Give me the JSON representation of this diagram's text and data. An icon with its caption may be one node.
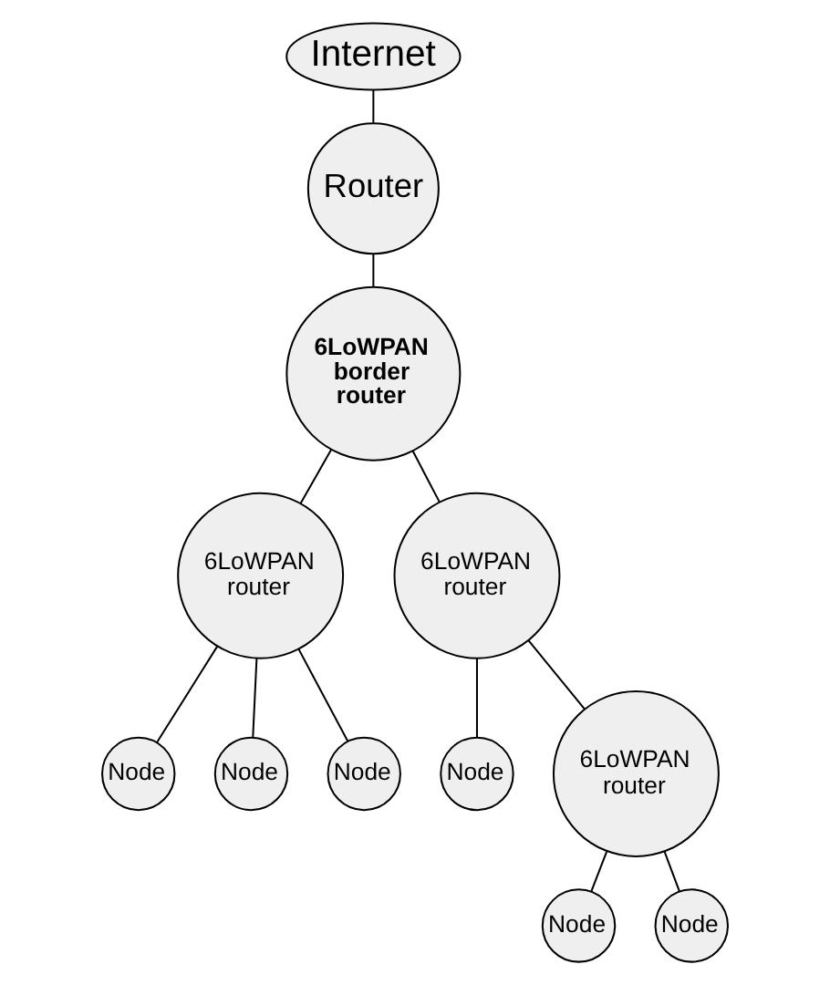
{
  "diagram": {
    "nodes": [
      {
        "text": [
          "Internet"
        ]
      },
      {
        "text": [
          "Router"
        ]
      },
      {
        "text": [
          "6LoWPAN border router"
        ]
      },
      {
        "text": [
          "6LoWPAN router"
        ]
      },
      {
        "text": [
          "6LoWPAN router"
        ]
      },
      {
        "text": [
          "Node"
        ]
      },
      {
        "text": [
          "Node"
        ]
      },
      {
        "text": [
          "Node"
        ]
      },
      {
        "text": [
          "Node"
        ]
      },
      {
        "text": [
          "6LoWPAN router"
        ]
      },
      {
        "text": [
          "Node"
        ]
      },
      {
        "text": [
          "Node"
        ]
      }
    ],
    "edges": [
      {
        "from": 0,
        "to": 1,
        "arrow": "none"
      },
      {
        "from": 1,
        "to": 2,
        "arrow": "none"
      },
      {
        "from": 2,
        "to": 3,
        "arrow": "none"
      },
      {
        "from": 2,
        "to": 4,
        "arrow": "none"
      },
      {
        "from": 3,
        "to": 5,
        "arrow": "none"
      },
      {
        "from": 3,
        "to": 6,
        "arrow": "none"
      },
      {
        "from": 3,
        "to": 7,
        "arrow": "none"
      },
      {
        "from": 4,
        "to": 9,
        "arrow": "none"
      },
      {
        "from": 4,
        "to": 8,
        "arrow": "none"
      },
      {
        "from": 9,
        "to": 10,
        "arrow": "none"
      },
      {
        "from": 9,
        "to": 11,
        "arrow": "none"
      }
    ]
  }
}
